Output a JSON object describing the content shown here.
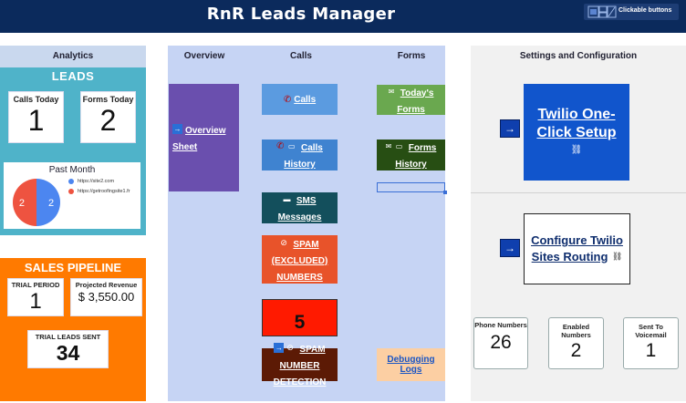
{
  "header": {
    "title": "RnR Leads Manager",
    "legend_label": "Clickable buttons"
  },
  "analytics": {
    "section_title": "Analytics",
    "leads": {
      "title": "LEADS",
      "calls_today_label": "Calls Today",
      "calls_today_value": "1",
      "forms_today_label": "Forms Today",
      "forms_today_value": "2",
      "past_month": {
        "title": "Past Month",
        "slices": [
          {
            "label": "https://site2.com",
            "value": 2,
            "color": "#4c86f0"
          },
          {
            "label": "https://getroofingsite1.fr",
            "value": 2,
            "color": "#ee5340"
          }
        ]
      }
    },
    "sales_pipeline": {
      "title": "SALES PIPELINE",
      "trial_period_label": "TRIAL PERIOD",
      "trial_period_value": "1",
      "projected_revenue_label": "Projected Revenue",
      "projected_revenue_value": "$ 3,550.00",
      "trial_leads_sent_label": "TRIAL LEADS SENT",
      "trial_leads_sent_value": "34"
    }
  },
  "columns": {
    "overview": "Overview",
    "calls": "Calls",
    "forms": "Forms",
    "settings": "Settings and Configuration"
  },
  "buttons": {
    "overview_sheet": "Overview Sheet",
    "calls": "Calls",
    "calls_history": "Calls History",
    "sms_messages": "SMS Messages",
    "spam_excluded": "SPAM (EXCLUDED) NUMBERS",
    "spam_count": "5",
    "spam_detection": "SPAM NUMBER DETECTION",
    "todays_forms": "Today's Forms",
    "forms_history": "Forms History",
    "debugging_logs": "Debugging Logs"
  },
  "settings": {
    "twilio_setup": "Twilio One-Click Setup",
    "configure_routing": "Configure Twilio Sites Routing",
    "phone_numbers_label": "Phone Numbers",
    "phone_numbers_value": "26",
    "enabled_numbers_label": "Enabled Numbers",
    "enabled_numbers_value": "2",
    "sent_to_voicemail_label": "Sent To Voicemail",
    "sent_to_voicemail_value": "1"
  },
  "colors": {
    "header": "#0b2a5c",
    "leads_panel": "#4fb3c9",
    "sales_panel": "#ff7a00",
    "overview_button": "#6a4fae",
    "calls_button": "#5b9be0",
    "calls_history_button": "#3f83d0",
    "sms_button": "#134f5c",
    "spam_button": "#e8532a",
    "spam_count_box": "#ff1a00",
    "spam_detection_button": "#5c1a05",
    "todays_forms_button": "#6aa84f",
    "forms_history_button": "#274e13",
    "debugging_button": "#fccfa3",
    "twilio_button": "#1155cc"
  },
  "icons": {
    "phone": "phone-icon",
    "chat": "chat-icon",
    "no_entry": "no-entry-icon",
    "envelope": "envelope-icon",
    "arrow": "arrow-right-icon",
    "link": "link-icon"
  }
}
